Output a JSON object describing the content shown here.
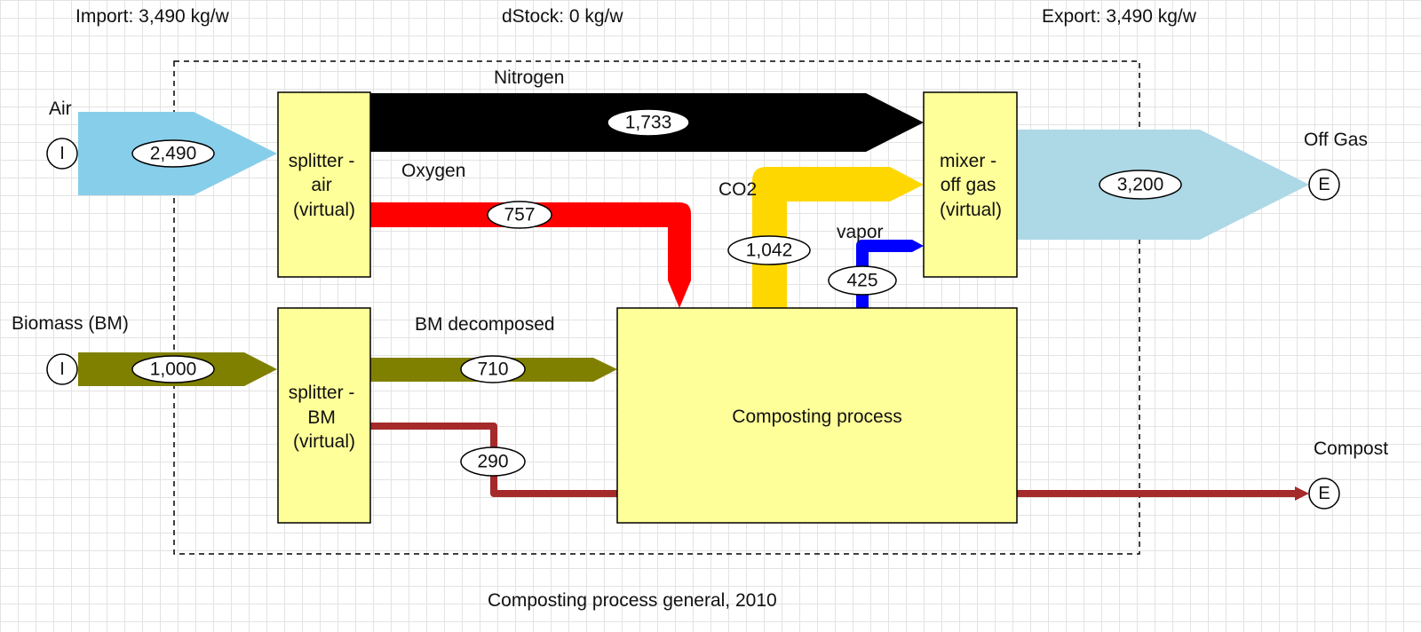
{
  "header": {
    "import": "Import: 3,490 kg/w",
    "dstock": "dStock: 0 kg/w",
    "export": "Export: 3,490 kg/w"
  },
  "caption": "Composting process general, 2010",
  "processes": {
    "splitter_air": [
      "splitter -",
      "air",
      "(virtual)"
    ],
    "splitter_bm": [
      "splitter -",
      "BM",
      "(virtual)"
    ],
    "mixer": [
      "mixer -",
      "off gas",
      "(virtual)"
    ],
    "composting": "Composting process"
  },
  "ports": {
    "import_symbol": "I",
    "export_symbol": "E"
  },
  "flows": {
    "air": {
      "label": "Air",
      "value": "2,490",
      "color": "#87CEEB"
    },
    "biomass": {
      "label": "Biomass (BM)",
      "value": "1,000",
      "color": "#808000"
    },
    "nitrogen": {
      "label": "Nitrogen",
      "value": "1,733",
      "color": "#000000"
    },
    "oxygen": {
      "label": "Oxygen",
      "value": "757",
      "color": "#FF0000"
    },
    "bm_decomposed": {
      "label": "BM decomposed",
      "value": "710",
      "color": "#808000"
    },
    "bm_rest": {
      "value": "290",
      "color": "#A52A2A"
    },
    "co2": {
      "label": "CO2",
      "value": "1,042",
      "color": "#FFD700"
    },
    "vapor": {
      "label": "vapor",
      "value": "425",
      "color": "#0000FF"
    },
    "off_gas": {
      "label": "Off Gas",
      "value": "3,200",
      "color": "#ADD8E6"
    },
    "compost": {
      "label": "Compost",
      "color": "#A52A2A"
    }
  },
  "colors": {
    "process_fill": "#FFFF99",
    "process_stroke": "#000000"
  }
}
